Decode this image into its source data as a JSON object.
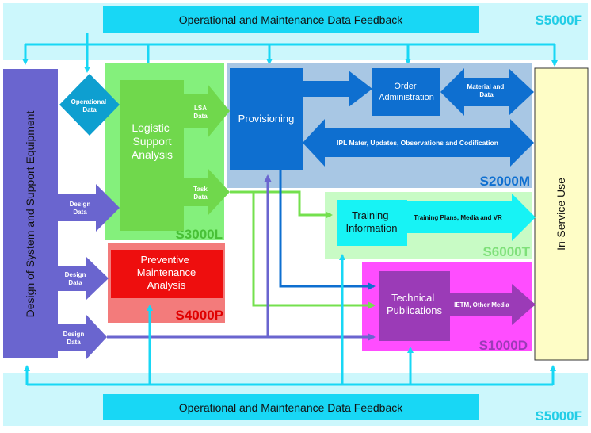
{
  "feedback": {
    "label": "Operational and Maintenance Data Feedback",
    "spec": "S5000F"
  },
  "design": {
    "title": "Design of System and Support Equipment",
    "operational": "Operational Data",
    "design_data": "Design Data"
  },
  "lsa": {
    "title": "Logistic Support Analysis",
    "lsa_data": "LSA Data",
    "task_data": "Task Data",
    "spec": "S3000L"
  },
  "s2000m": {
    "provisioning": "Provisioning",
    "order_admin": "Order Administration",
    "material": "Material and Data",
    "ipl": "IPL Mater, Updates, Observations and Codification",
    "spec": "S2000M"
  },
  "s6000t": {
    "title": "Training Information",
    "plans": "Training Plans, Media and VR",
    "spec": "S6000T"
  },
  "s4000p": {
    "title": "Preventive Maintenance Analysis",
    "spec": "S4000P"
  },
  "s1000d": {
    "title": "Technical Publications",
    "ietm": "IETM, Other Media",
    "spec": "S1000D"
  },
  "inservice": {
    "title": "In-Service Use"
  },
  "colors": {
    "feedback_band": "#ccf7fc",
    "feedback_bar": "#18d7f5",
    "design": "#6a65cf",
    "lsa_panel": "#84f07c",
    "lsa_box": "#70d84c",
    "s2000m_panel": "#a8c7e4",
    "provisioning": "#0e6fd0",
    "s6000t_panel": "#c8fbc5",
    "training": "#17f3f5",
    "s4000p_panel": "#f37b7b",
    "s4000p_box": "#ee0e0e",
    "s1000d_panel": "#ff4dff",
    "techpub": "#9b3bb7",
    "inservice": "#fefdc6"
  }
}
